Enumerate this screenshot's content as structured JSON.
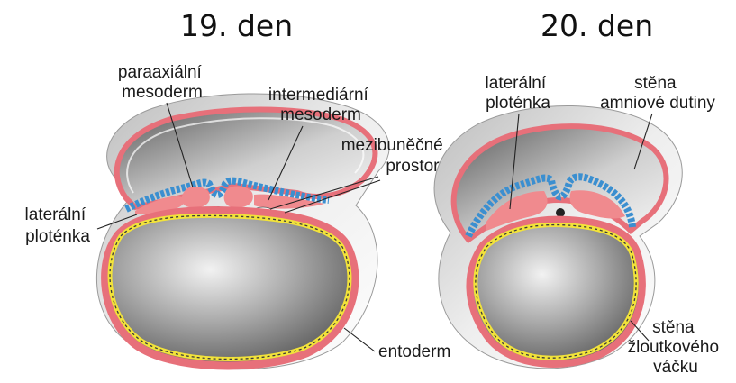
{
  "titles": {
    "day19": "19. den",
    "day20": "20. den"
  },
  "labels": {
    "paraxial": [
      "paraaxiální",
      "mesoderm"
    ],
    "intermediate": [
      "intermediární",
      "mesoderm"
    ],
    "intercellular": [
      "mezibuněčné",
      "prostory"
    ],
    "lateral_plate_19": [
      "laterální",
      "ploténka"
    ],
    "endoderm": "entoderm",
    "lateral_plate_20": [
      "laterální",
      "ploténka"
    ],
    "amnion_wall": [
      "stěna",
      "amniové dutiny"
    ],
    "yolk_sac_wall": [
      "stěna",
      "žloutkového",
      "váčku"
    ]
  },
  "colors": {
    "mesoderm": "#f08a8e",
    "ectoderm": "#3b8fd0",
    "endoderm": "#f2e33a",
    "cavity": "#8a8a8a",
    "shell": "#d9d9d9"
  }
}
